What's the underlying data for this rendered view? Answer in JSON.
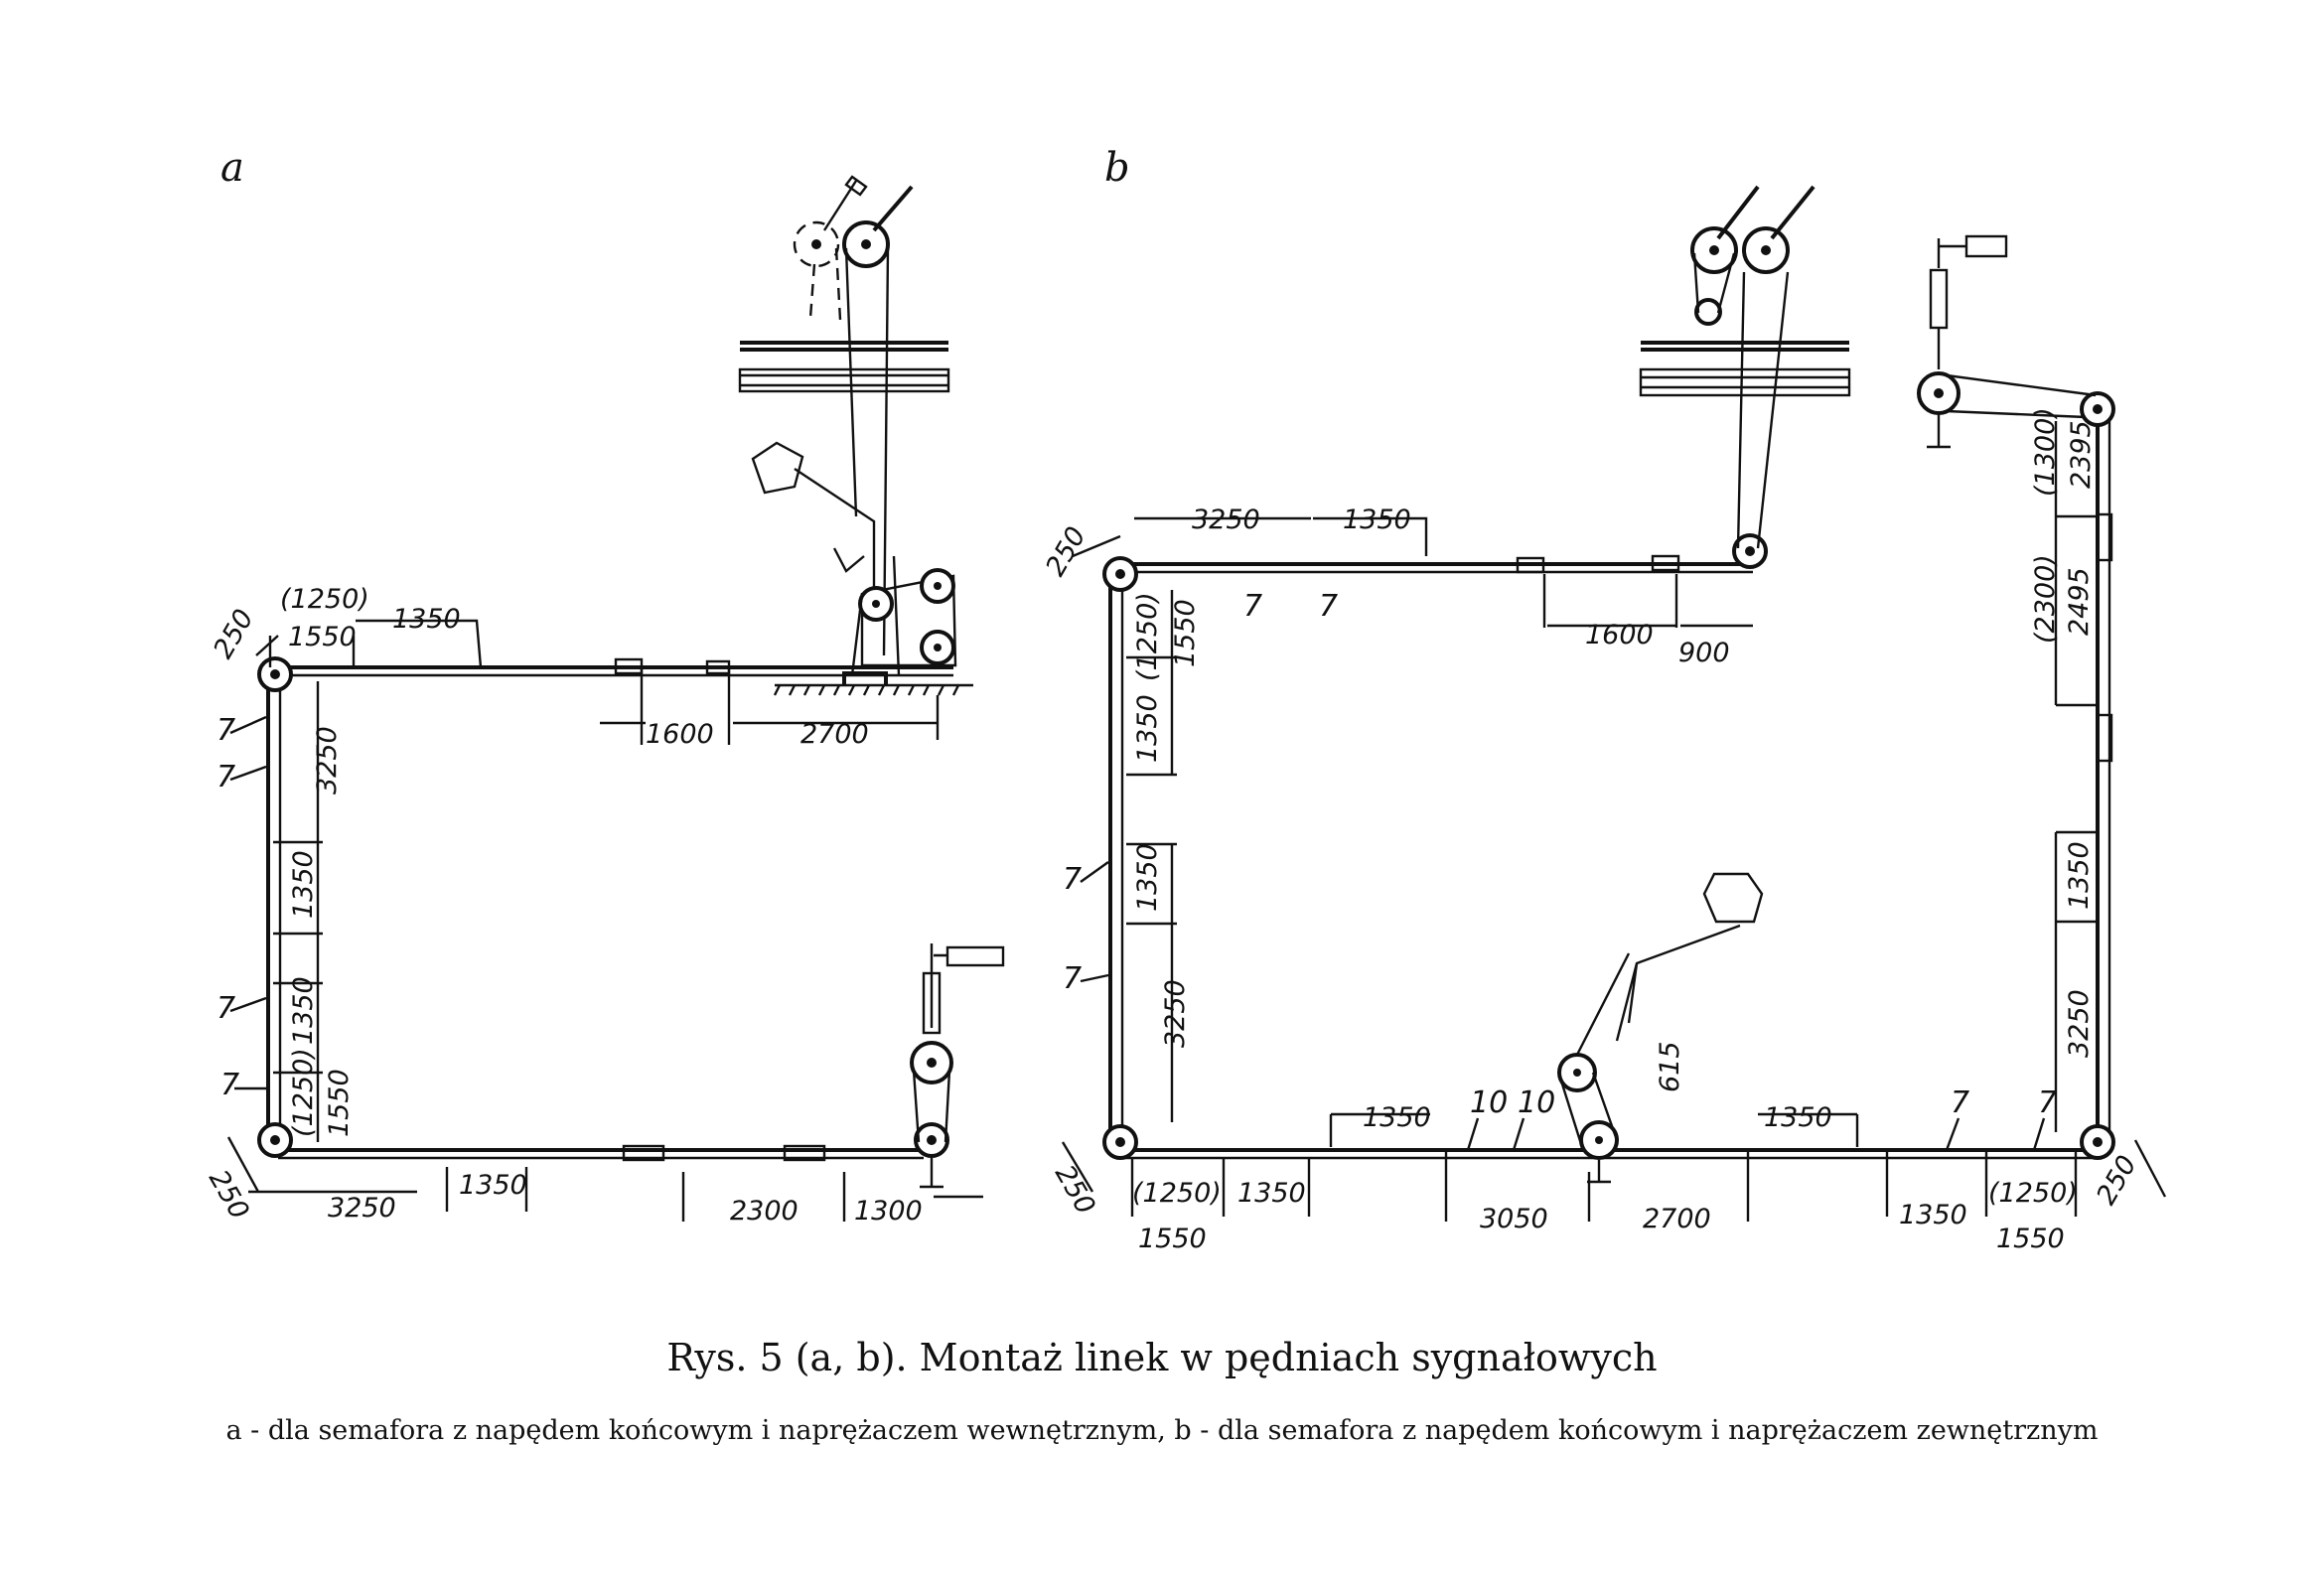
{
  "panel_a": {
    "letter": "a",
    "dims": {
      "d1250p": "(1250)",
      "d1550": "1550",
      "d1350top": "1350",
      "d250tl": "250",
      "d1600": "1600",
      "d2700": "2700",
      "d3250v": "3250",
      "d1350v": "1350",
      "d1350v2": "1350",
      "d1250pv": "(1250)",
      "d1550v": "1550",
      "d250bl": "250",
      "d3250b": "3250",
      "d1350b": "1350",
      "d2300": "2300",
      "d1300": "1300"
    },
    "labels": [
      "7",
      "7",
      "7",
      "7"
    ]
  },
  "panel_b": {
    "letter": "b",
    "dims": {
      "d250tl": "250",
      "d3250": "3250",
      "d1350top": "1350",
      "d1600": "1600",
      "d900": "900",
      "d1250pv": "(1250)",
      "d1550v": "1550",
      "d1350v": "1350",
      "d1350v2": "1350",
      "d3250v": "3250",
      "d1350bl": "1350",
      "d615": "615",
      "d1300p": "(1300)",
      "d2395": "2395",
      "d2300p": "(2300)",
      "d2495": "2495",
      "d1350r": "1350",
      "d3250r": "3250",
      "d250bl": "250",
      "d1250pb": "(1250)",
      "d1350b": "1350",
      "d1550b": "1550",
      "d3050": "3050",
      "d2700": "2700",
      "d1350br": "1350",
      "d1350b2": "1350",
      "d1250pbr": "(1250)",
      "d1550br": "1550",
      "d250br": "250"
    },
    "labels": {
      "t7a": "7",
      "t7b": "7",
      "l7a": "7",
      "l7b": "7",
      "b10a": "10",
      "b10b": "10",
      "r7a": "7",
      "r7b": "7"
    }
  },
  "caption": {
    "title": "Rys. 5 (a, b). Montaż linek w pędniach sygnałowych",
    "subtitle": "a - dla semafora z napędem końcowym i naprężaczem wewnętrznym, b - dla semafora z napędem końcowym i naprężaczem zewnętrznym"
  }
}
